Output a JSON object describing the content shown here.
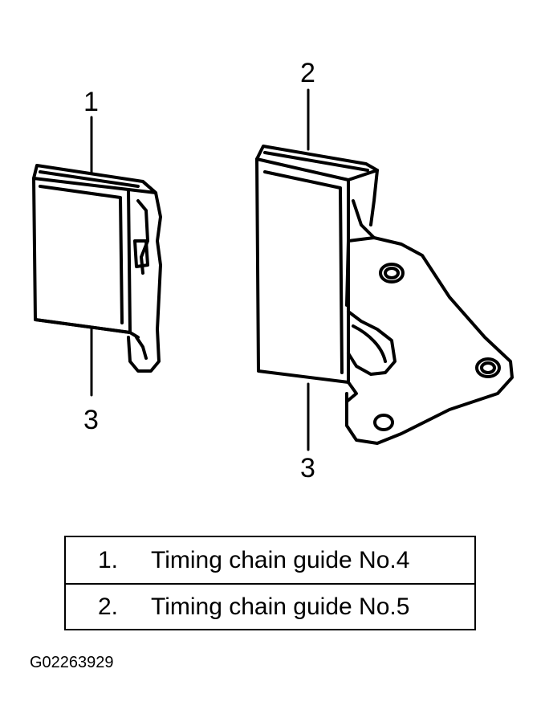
{
  "callouts": {
    "part1": "1",
    "part2": "2",
    "bottom_left": "3",
    "bottom_right": "3"
  },
  "legend": {
    "rows": [
      {
        "number": "1.",
        "text": "Timing chain guide No.4"
      },
      {
        "number": "2.",
        "text": "Timing chain guide No.5"
      }
    ]
  },
  "figure_code": "G02263929"
}
